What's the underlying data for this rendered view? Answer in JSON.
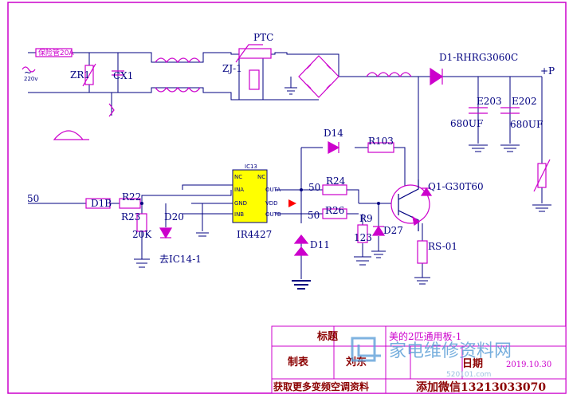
{
  "colors": {
    "wire": "#000080",
    "component": "#cc00cc",
    "frame": "#cc00cc",
    "title_text": "#8b0000",
    "watermark": "#5fa0d8"
  },
  "input": {
    "fuse_label": "保险管20A",
    "voltage": "220v",
    "ac_symbol": "~"
  },
  "labels": {
    "zr1": "ZR1",
    "cx1": "CX1",
    "ptc": "PTC",
    "zj1": "ZJ-1",
    "d1": "D1-RHRG3060C",
    "plus_p": "+P",
    "e203": "E203",
    "e202": "E202",
    "cap1": "680UF",
    "cap2": "680UF",
    "d14": "D14",
    "r103": "R103",
    "ic13": "IC13",
    "ir4427": "IR4427",
    "r24": "R24",
    "r24_val": "50",
    "r26": "R26",
    "r26_val": "50",
    "r9": "R9",
    "r9_val": "123",
    "d27": "D27",
    "d11": "D11",
    "q1": "Q1-G30T60",
    "rs01": "RS-01",
    "in_50": "50",
    "d1b": "D1B",
    "r22": "R22",
    "r23": "R23",
    "r23_val": "20K",
    "d20": "D20",
    "to_ic14": "去IC14-1"
  },
  "ic_pins": {
    "nc1": "NC",
    "nc2": "NC",
    "ina": "INA",
    "gnd": "GND",
    "inb": "INB",
    "outa": "OUTA",
    "vdd": "VDD",
    "outb": "OUTB"
  },
  "title_block": {
    "title_label": "标题",
    "title_value": "美的2匹通用板-1",
    "made_label": "制表",
    "made_by": "刘东",
    "date_label": "日期",
    "date_value": "2019.10.30",
    "footer_left": "获取更多变频空调资料",
    "footer_right": "添加微信13213033070"
  },
  "watermark": {
    "text": "家电维修资料网",
    "url": "520101.com"
  }
}
